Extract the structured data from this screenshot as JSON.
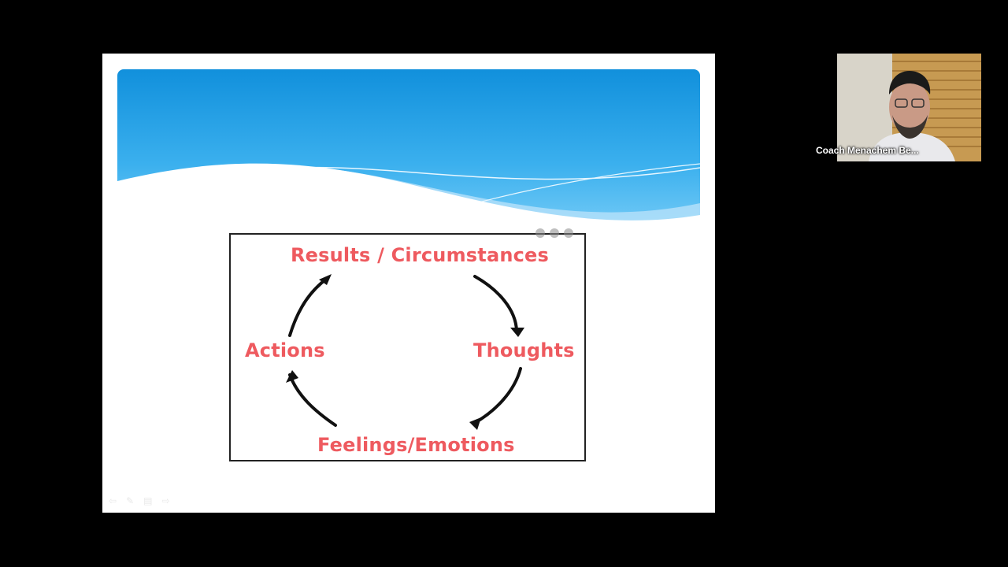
{
  "slide": {
    "diagram": {
      "top_label": "Results / Circumstances",
      "right_label": "Thoughts",
      "bottom_label": "Feelings/Emotions",
      "left_label": "Actions"
    },
    "label_color": "#ee5a5f",
    "banner_color": "#1a9ee6"
  },
  "participant": {
    "name": "Coach Menachem Be..."
  },
  "icons": {
    "controls": [
      "back-arrow-icon",
      "pen-icon",
      "slides-grid-icon",
      "forward-arrow-icon"
    ]
  }
}
